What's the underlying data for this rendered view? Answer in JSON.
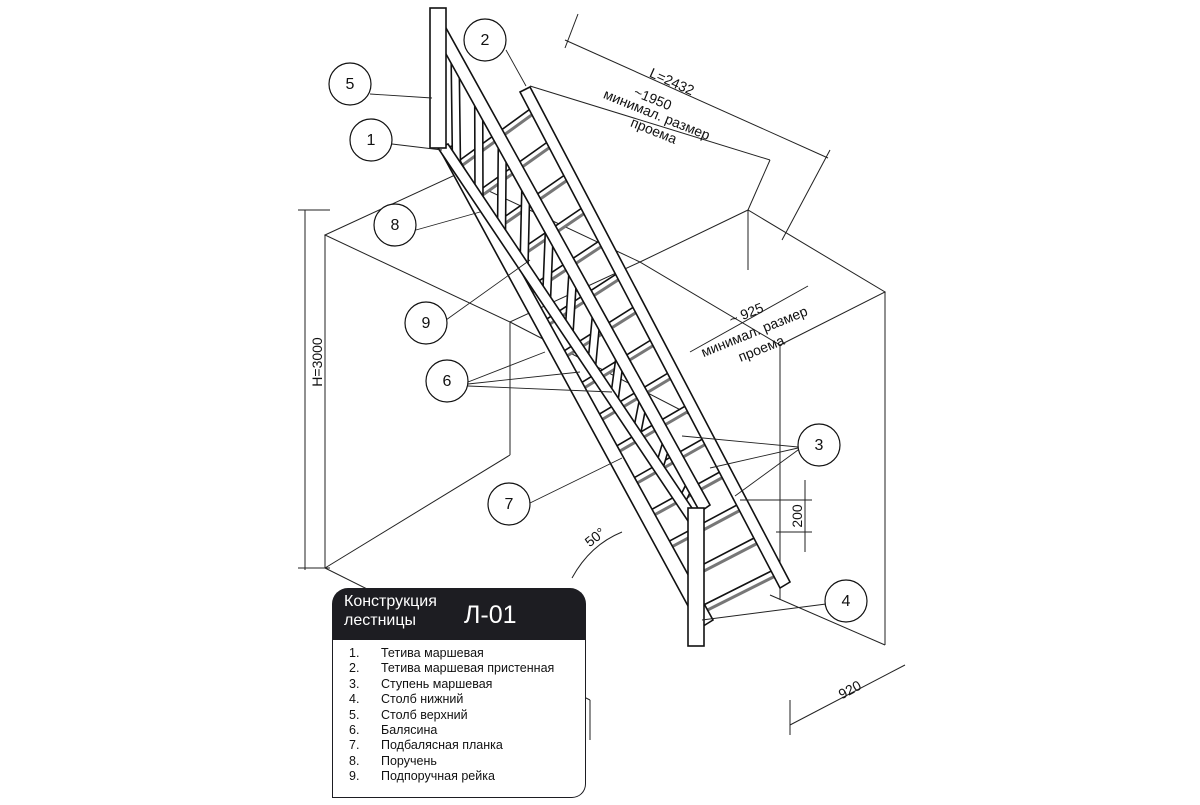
{
  "dimensions": {
    "length": "L=2432",
    "min_length_value": "~1950",
    "min_length_note_1": "минимал. размер",
    "min_length_note_2": "проема",
    "min_width_value": "~ 925",
    "min_width_note_1": "минимал. размер",
    "min_width_note_2": "проема",
    "height": "H=3000",
    "step_height": "200",
    "width": "920",
    "angle": "50°"
  },
  "callouts": [
    "1",
    "2",
    "3",
    "4",
    "5",
    "6",
    "7",
    "8",
    "9"
  ],
  "legend": {
    "title_line1": "Конструкция",
    "title_line2": "лестницы",
    "code": "Л-01",
    "items": [
      {
        "number": "1.",
        "label": "Тетива маршевая"
      },
      {
        "number": "2.",
        "label": "Тетива маршевая пристенная"
      },
      {
        "number": "3.",
        "label": "Ступень маршевая"
      },
      {
        "number": "4.",
        "label": "Столб нижний"
      },
      {
        "number": "5.",
        "label": "Столб верхний"
      },
      {
        "number": "6.",
        "label": "Балясина"
      },
      {
        "number": "7.",
        "label": "Подбалясная планка"
      },
      {
        "number": "8.",
        "label": "Поручень"
      },
      {
        "number": "9.",
        "label": "Подпоручная рейка"
      }
    ]
  },
  "colors": {
    "ink": "#111111",
    "legend_header": "#1d1d22",
    "background": "#ffffff"
  }
}
